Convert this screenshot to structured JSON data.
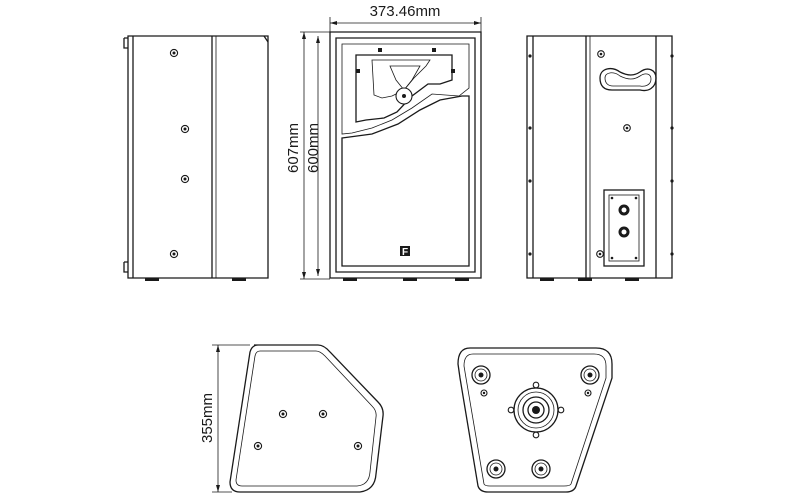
{
  "dimensions": {
    "width_label": "373.46mm",
    "height_outer_label": "607mm",
    "height_inner_label": "600mm",
    "depth_label": "355mm"
  },
  "logo_mark": "F"
}
